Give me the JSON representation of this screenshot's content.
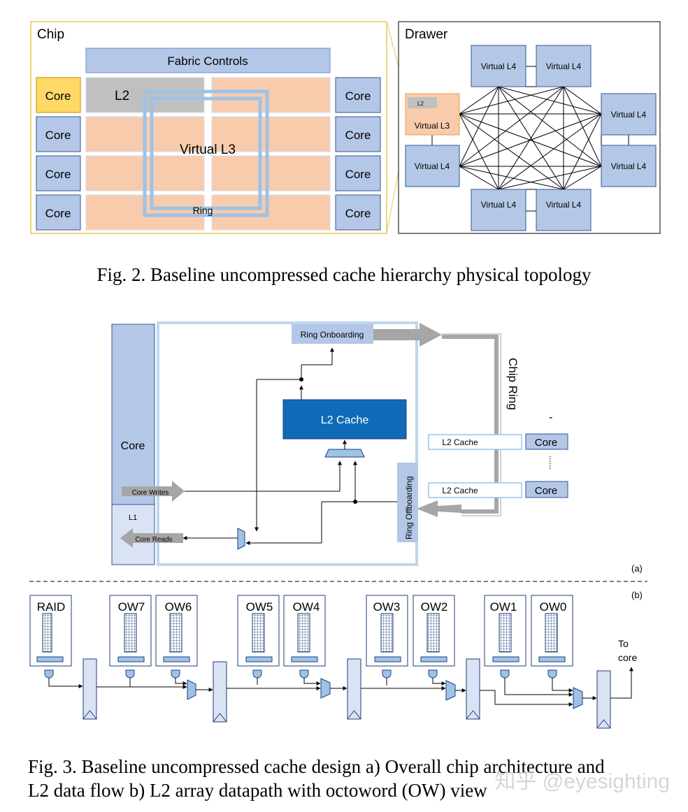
{
  "fig2": {
    "chip_label": "Chip",
    "fabric": "Fabric Controls",
    "core": "Core",
    "l2": "L2",
    "virtual_l3": "Virtual L3",
    "ring": "Ring",
    "drawer_label": "Drawer",
    "virtual_l4": "Virtual L4",
    "drawer_l2": "L2",
    "drawer_l3": "Virtual L3",
    "caption": "Fig. 2.  Baseline uncompressed cache hierarchy physical topology"
  },
  "fig3a": {
    "ring_onboarding": "Ring Onboarding",
    "chip_ring": "Chip Ring",
    "core": "Core",
    "l1": "L1",
    "core_writes": "Core Writes",
    "core_reads": "Core Reads",
    "l2_cache": "L2 Cache",
    "ring_offboarding": "Ring Offboarding",
    "ext_l2": "L2 Cache",
    "ext_core": "Core",
    "dots": "......",
    "dash": "-",
    "panel": "(a)"
  },
  "fig3b": {
    "panel": "(b)",
    "raid": "RAID",
    "ow7": "OW7",
    "ow6": "OW6",
    "ow5": "OW5",
    "ow4": "OW4",
    "ow3": "OW3",
    "ow2": "OW2",
    "ow1": "OW1",
    "ow0": "OW0",
    "to": "To",
    "core": "core"
  },
  "caption3": {
    "line1": "Fig. 3.  Baseline uncompressed cache design a) Overall chip architecture and",
    "line2": "L2 data flow b) L2 array datapath with octoword (OW) view"
  },
  "watermark": "知乎 @eyesighting"
}
